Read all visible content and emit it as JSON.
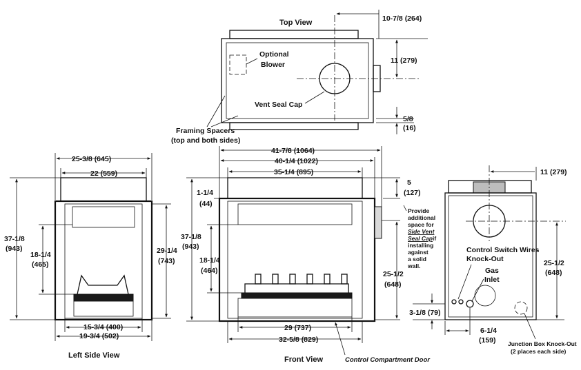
{
  "views": {
    "top": "Top View",
    "left": "Left Side View",
    "front": "Front View"
  },
  "top_view": {
    "optional_blower": [
      "Optional",
      "Blower"
    ],
    "vent_seal_cap": "Vent Seal Cap",
    "framing_spacers": [
      "Framing Spacers",
      "(top and both sides)"
    ],
    "dims": {
      "offset_right": "10-7/8 (264)",
      "offset_vertical": "11 (279)",
      "spacer_depth": [
        "5/8",
        "(16)"
      ]
    }
  },
  "left_view": {
    "dims": {
      "overall_width": "25-3/8 (645)",
      "top_width": "22 (559)",
      "overall_height": [
        "37-1/8",
        "(943)"
      ],
      "inner_height": [
        "18-1/4",
        "(465)"
      ],
      "side_height": [
        "29-1/4",
        "(743)"
      ],
      "bottom_inner": "15-3/4 (400)",
      "bottom_outer": "19-3/4 (502)"
    }
  },
  "front_view": {
    "dims": {
      "overall_width": "41-7/8 (1064)",
      "frame_width": "40-1/4 (1022)",
      "top_width": "35-1/4 (895)",
      "top_offset": [
        "1-1/4",
        "(44)"
      ],
      "overall_height": [
        "37-1/8",
        "(943)"
      ],
      "opening_height": [
        "18-1/4",
        "(464)"
      ],
      "vent_offset": [
        "5",
        "(127)"
      ],
      "vent_height": [
        "25-1/2",
        "(648)"
      ],
      "bottom_inner": "29 (737)",
      "bottom_outer": "32-5/8 (829)"
    },
    "side_note": [
      "Provide",
      "additional",
      "space for",
      "Side Vent",
      "Seal Cap",
      "if",
      "installing",
      "against",
      "a solid",
      "wall."
    ],
    "control_door": "Control Compartment Door"
  },
  "rear_view": {
    "dims": {
      "vent_offset": "11 (279)",
      "vent_height": [
        "25-1/2",
        "(648)"
      ],
      "knockout_height": "3-1/8 (79)",
      "gas_offset": [
        "6-1/4",
        "(159)"
      ]
    },
    "control_wires": [
      "Control Switch Wires",
      "Knock-Out"
    ],
    "gas_inlet": [
      "Gas",
      "Inlet"
    ],
    "junction_box": [
      "Junction Box Knock-Out",
      "(2 places each side)"
    ]
  }
}
